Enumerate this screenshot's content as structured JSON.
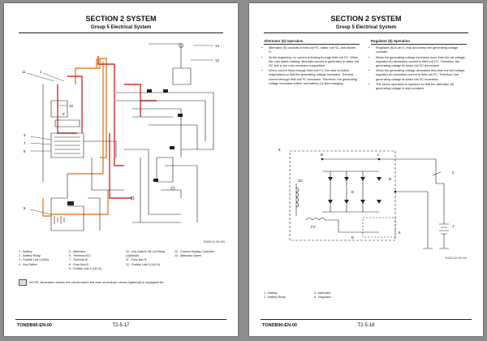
{
  "left_page": {
    "section_title": "SECTION 2 SYSTEM",
    "group_title": "Group 5 Electrical System",
    "diagram_code": "TNDB-02-05-005",
    "callouts": [
      "1",
      "2",
      "3",
      "4",
      "5",
      "6",
      "7",
      "8",
      "9",
      "10",
      "11",
      "12",
      "13"
    ],
    "legend": [
      [
        "1 -    Battery",
        "2 -    Battery Relay",
        "3 -    Fusible Link 3 (65A)",
        "4 -    Key Switch"
      ],
      [
        "5 -    Alternator",
        "6 -    Terminal ACC",
        "7 -    Terminal M",
        "8 -    Fuse Box B",
        "9 -    Fusible Link 2 (140 A)"
      ],
      [
        "10 -  Key Switch ON Cut Relay",
        "         (Optional)",
        "11 -  Fuse Box B",
        "12 -  Fusible Link 3 (140 A)"
      ],
      [
        "12 -  Column Display Controller",
        "13 -  Alternator Alarm"
      ]
    ],
    "note": "NOTE:  Illustration shows the circuit which the auto shut-down circuit (optional) is equipped for.",
    "doc_code": "TONDB90-EN-00",
    "page_number": "T2-5-17"
  },
  "right_page": {
    "section_title": "SECTION 2 SYSTEM",
    "group_title": "Group 5 Electrical System",
    "alternator": {
      "heading": "Alternator (5) Operation",
      "bullets": [
        "Alternator (5) consists of field coil FC, stator coil SC, and diodes D.",
        "At the beginning, no current is flowing through field coil FC. When the rotor starts rotating, alternate current is generated in stator coil SC due to the rotor remanent magnetism.",
        "When current flows through field coil FC, the rotor is further magnetized so that the generating voltage increases. Thereby, current through field coil FC increases. Therefore, the generating voltage increases further and battery (1) start charging."
      ]
    },
    "regulator": {
      "heading": "Regulator (6) Operation",
      "bullets": [
        "Regulator (6) is an IC chip and keeps the generating voltage constant.",
        "When the generating voltage increases more than the set voltage, regulator (6) decreases current to field coil FC. Therefore, the generating voltage at stator coil SC decreases.",
        "When the generating voltage decreases less than the set voltage, regulator (6) increases current to field coil FC. Therefore, the generating voltage at stator coil SC increases.",
        "The above operation is repeated so that the alternator (5) generating voltage is kept constant."
      ]
    },
    "diagram_labels": {
      "b": "B",
      "l": "L",
      "sc": "SC",
      "fc": "FC",
      "r": "R",
      "d": "D",
      "e": "E",
      "c1": "1",
      "c2": "2",
      "c5": "5",
      "c6": "6"
    },
    "diagram_code": "TNGD-02-09-019",
    "legend": [
      [
        "1 -    Battery",
        "2 -    Battery Relay"
      ],
      [
        "5 -    Alternator",
        "6 -    Regulator"
      ]
    ],
    "doc_code": "TONDB90-EN-00",
    "page_number": "T2-5-18"
  }
}
